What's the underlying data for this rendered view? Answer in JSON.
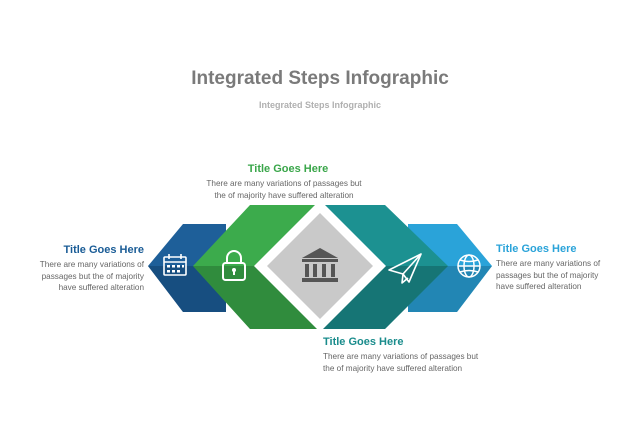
{
  "header": {
    "title": "Integrated Steps Infographic",
    "subtitle": "Integrated Steps Infographic"
  },
  "colors": {
    "dark_blue": "#15538a",
    "green": "#3aa64a",
    "center_gray": "#c8c8c8",
    "teal": "#1a8c8c",
    "light_blue": "#2aa3d9"
  },
  "steps": [
    {
      "title": "Title Goes Here",
      "desc_lines": [
        "There are many variations of",
        "passages but the of majority",
        "have  suffered alteration"
      ],
      "icon": "calendar-icon",
      "color": "#1a5c96"
    },
    {
      "title": "Title Goes Here",
      "desc_lines": [
        "There are many variations of passages but",
        "the of majority have  suffered alteration"
      ],
      "icon": "lock-icon",
      "color": "#3aa64a"
    },
    {
      "title": "Title Goes Here",
      "desc_lines": [
        "There are many variations of passages but",
        "the of majority have  suffered alteration"
      ],
      "icon": "paper-plane-icon",
      "color": "#1a8c8c"
    },
    {
      "title": "Title Goes Here",
      "desc_lines": [
        "There are many variations of",
        "passages but the of majority",
        "have  suffered alteration"
      ],
      "icon": "globe-icon",
      "color": "#2aa3d9"
    }
  ],
  "center_icon": "bank-building-icon"
}
